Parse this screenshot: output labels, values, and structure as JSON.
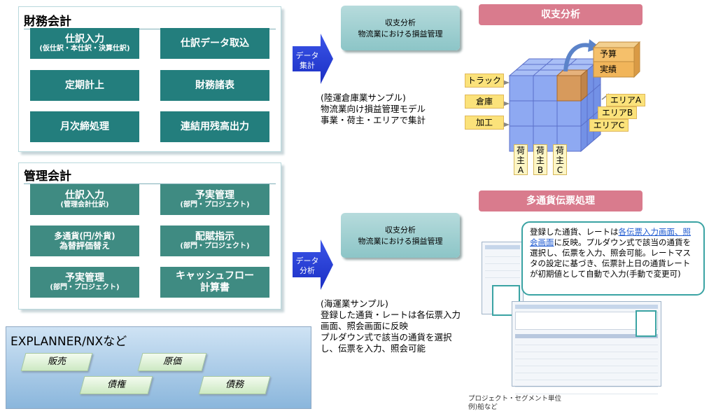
{
  "financial": {
    "title": "財務会計",
    "tiles": [
      {
        "label": "仕訳入力",
        "sub": "(仮仕訳・本仕訳・決算仕訳)"
      },
      {
        "label": "仕訳データ取込",
        "sub": ""
      },
      {
        "label": "定期計上",
        "sub": ""
      },
      {
        "label": "財務諸表",
        "sub": ""
      },
      {
        "label": "月次締処理",
        "sub": ""
      },
      {
        "label": "連結用残高出力",
        "sub": ""
      }
    ]
  },
  "management": {
    "title": "管理会計",
    "tiles": [
      {
        "label": "仕訳入力",
        "sub": "(管理会計仕訳)"
      },
      {
        "label": "予実管理",
        "sub": "(部門・プロジェクト)"
      },
      {
        "label": "多通貨(円/外貨)",
        "label2": "為替評価替え"
      },
      {
        "label": "配賦指示",
        "sub": "(部門・プロジェクト)"
      },
      {
        "label": "予実管理",
        "sub": "(部門・プロジェクト)"
      },
      {
        "label": "キャッシュフロー",
        "label2": "計算書"
      }
    ]
  },
  "explanner": {
    "title": "EXPLANNER/NXなど",
    "tags": [
      "販売",
      "原価",
      "債権",
      "債務"
    ]
  },
  "top_flow": {
    "arrow_label_1": "データ",
    "arrow_label_2": "集計",
    "card_line1": "収支分析",
    "card_line2": "物流業における損益管理",
    "desc": [
      "(陸運倉庫業サンプル)",
      "物流業向け損益管理モデル",
      "事業・荷主・エリアで集計"
    ]
  },
  "bottom_flow": {
    "arrow_label_1": "データ",
    "arrow_label_2": "分析",
    "card_line1": "収支分析",
    "card_line2": "物流業における損益管理",
    "desc": [
      "(海運業サンプル)",
      "登録した通貨・レートは各伝票入力",
      "画面、照会画面に反映",
      "プルダウン式で該当の通貨を選択",
      "し、伝票を入力、照会可能"
    ]
  },
  "cube_panel": {
    "title": "収支分析",
    "left_labels": [
      "トラック",
      "倉庫",
      "加工"
    ],
    "right_labels": [
      "エリアA",
      "エリアB",
      "エリアC"
    ],
    "bottom_labels": [
      [
        "荷",
        "主",
        "A"
      ],
      [
        "荷",
        "主",
        "B"
      ],
      [
        "荷",
        "主",
        "C"
      ]
    ],
    "out_labels": [
      "予算",
      "実績"
    ],
    "colors": {
      "cube": "#7fa0ee",
      "highlight": "#d79a5c"
    }
  },
  "currency_panel": {
    "title": "多通貨伝票処理",
    "callout_pre": "登録した通貨、レートは",
    "callout_link1": "各伝票入力画面、",
    "callout_link2": "照会画面",
    "callout_post": "に反映。プルダウン式で該当の通貨を選択し、伝票を入力、照会可能。レートマスタの設定に基づき、伝票計上日の通貨レートが初期値として自動で入力(手動で変更可)",
    "note_line1": "プロジェクト・セグメント単位",
    "note_line2": "例)船など"
  }
}
